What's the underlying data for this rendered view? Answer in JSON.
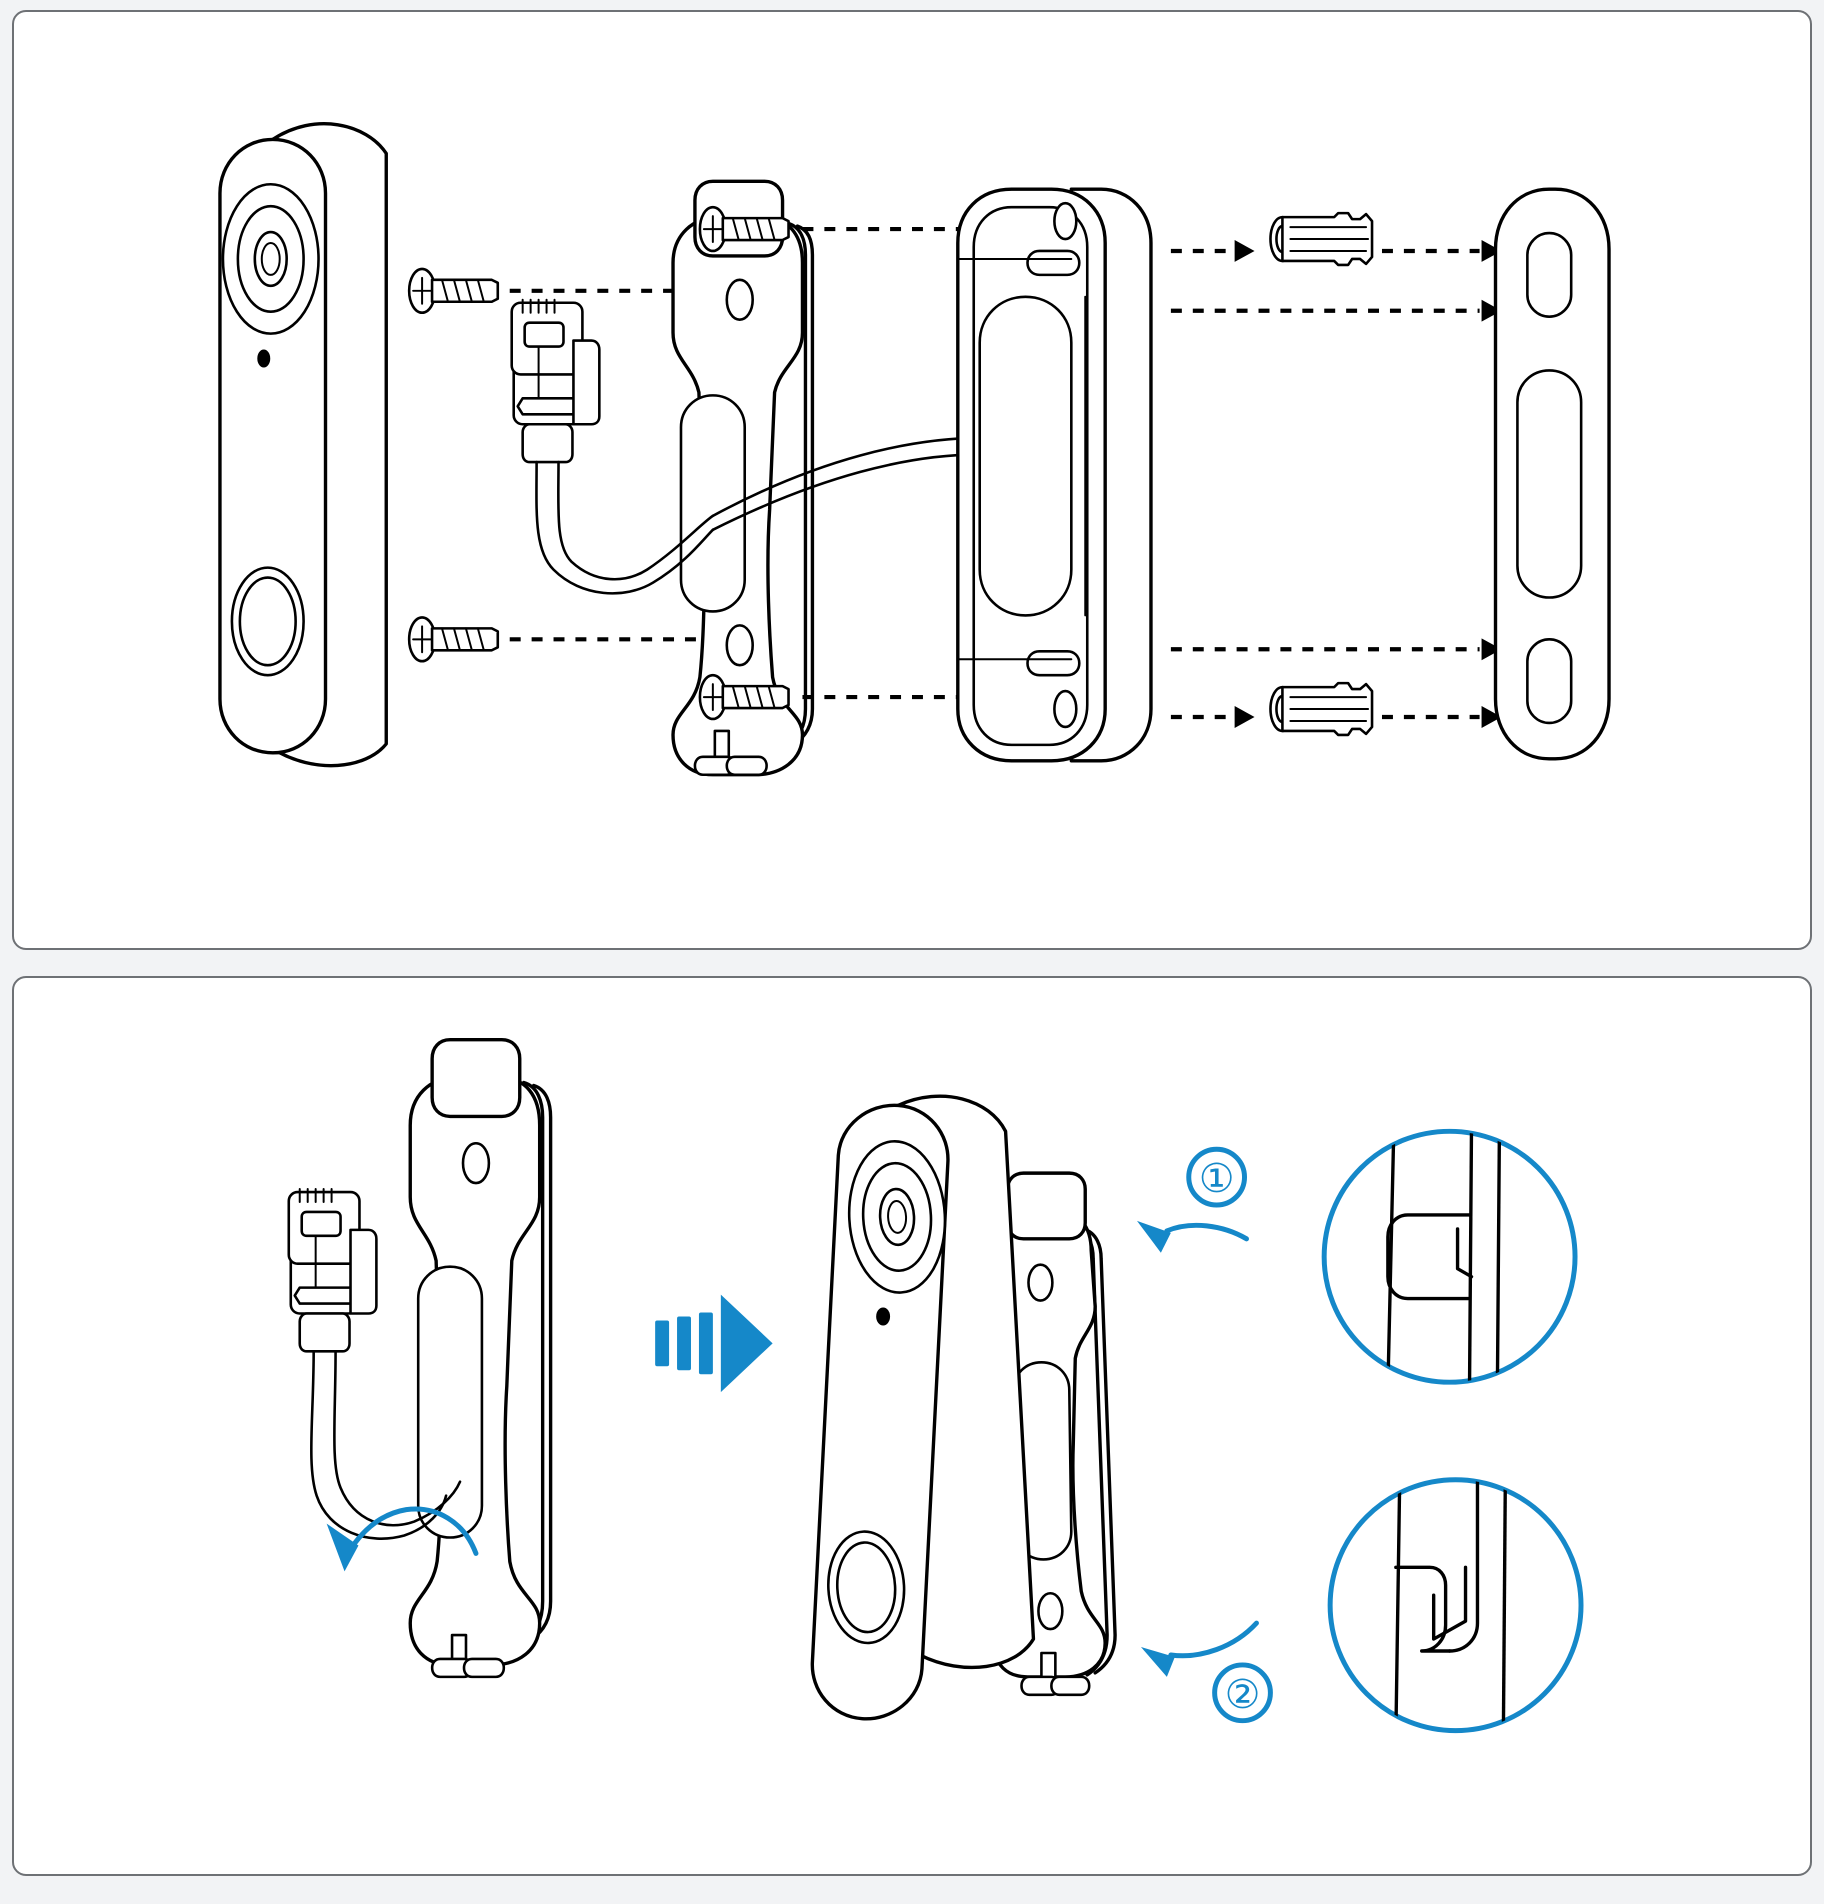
{
  "document": {
    "kind": "installation-diagram",
    "subject": "video-doorbell-wall-mount",
    "line_color": "#000000",
    "accent_color": "#1588c9",
    "panel_background": "#ffffff",
    "page_background": "#f2f3f5",
    "panel_border_color": "#6e7175"
  },
  "panels": [
    {
      "id": "assembly",
      "name": "exploded-assembly-panel",
      "parts": [
        {
          "name": "doorbell-body",
          "features": [
            "camera-lens",
            "status-led",
            "call-button"
          ]
        },
        {
          "name": "mounting-bracket",
          "features": [
            "top-tab",
            "screw-hole-top",
            "screw-hole-bottom",
            "cable-slot",
            "bottom-feet"
          ]
        },
        {
          "name": "rj-connector",
          "features": [
            "latch-clip",
            "cable"
          ]
        },
        {
          "name": "wedge-angle-plate",
          "features": [
            "keyhole-slot-top",
            "keyhole-slot-bottom",
            "cable-opening",
            "hook-pin-top",
            "hook-pin-bottom"
          ]
        },
        {
          "name": "wall-plate-template",
          "features": [
            "slot-top",
            "slot-bottom",
            "cable-cutout"
          ]
        },
        {
          "name": "screw",
          "count": 4,
          "type": "phillips-pan-head"
        },
        {
          "name": "wall-anchor",
          "count": 2,
          "type": "ribbed-plastic-dowel"
        }
      ],
      "arrows": {
        "style": "dashed",
        "count": 8,
        "direction": "left-to-right"
      }
    },
    {
      "id": "attach",
      "name": "bracket-attachment-panel",
      "parts": [
        {
          "name": "mounting-bracket-with-cable",
          "features": [
            "top-tab",
            "screw-hole",
            "cable-slot",
            "bottom-feet",
            "rj-connector"
          ]
        },
        {
          "name": "doorbell-body-tilted",
          "features": [
            "camera-lens",
            "status-led",
            "call-button"
          ]
        },
        {
          "name": "detail-circle-top",
          "features": [
            "upper-tab-engagement"
          ]
        },
        {
          "name": "detail-circle-bottom",
          "features": [
            "lower-hook-engagement"
          ]
        }
      ],
      "motion_arrow": {
        "name": "slide-motion-arrow",
        "style": "three-bars-plus-triangle",
        "color": "#1588c9"
      },
      "callouts": [
        {
          "label": "①",
          "name": "callout-step-1",
          "points_to": "top-tab"
        },
        {
          "label": "②",
          "name": "callout-step-2",
          "points_to": "bottom-feet"
        }
      ],
      "cable_route_arrow": {
        "name": "cable-route-arrow",
        "color": "#1588c9",
        "direction": "up-and-left"
      }
    }
  ]
}
